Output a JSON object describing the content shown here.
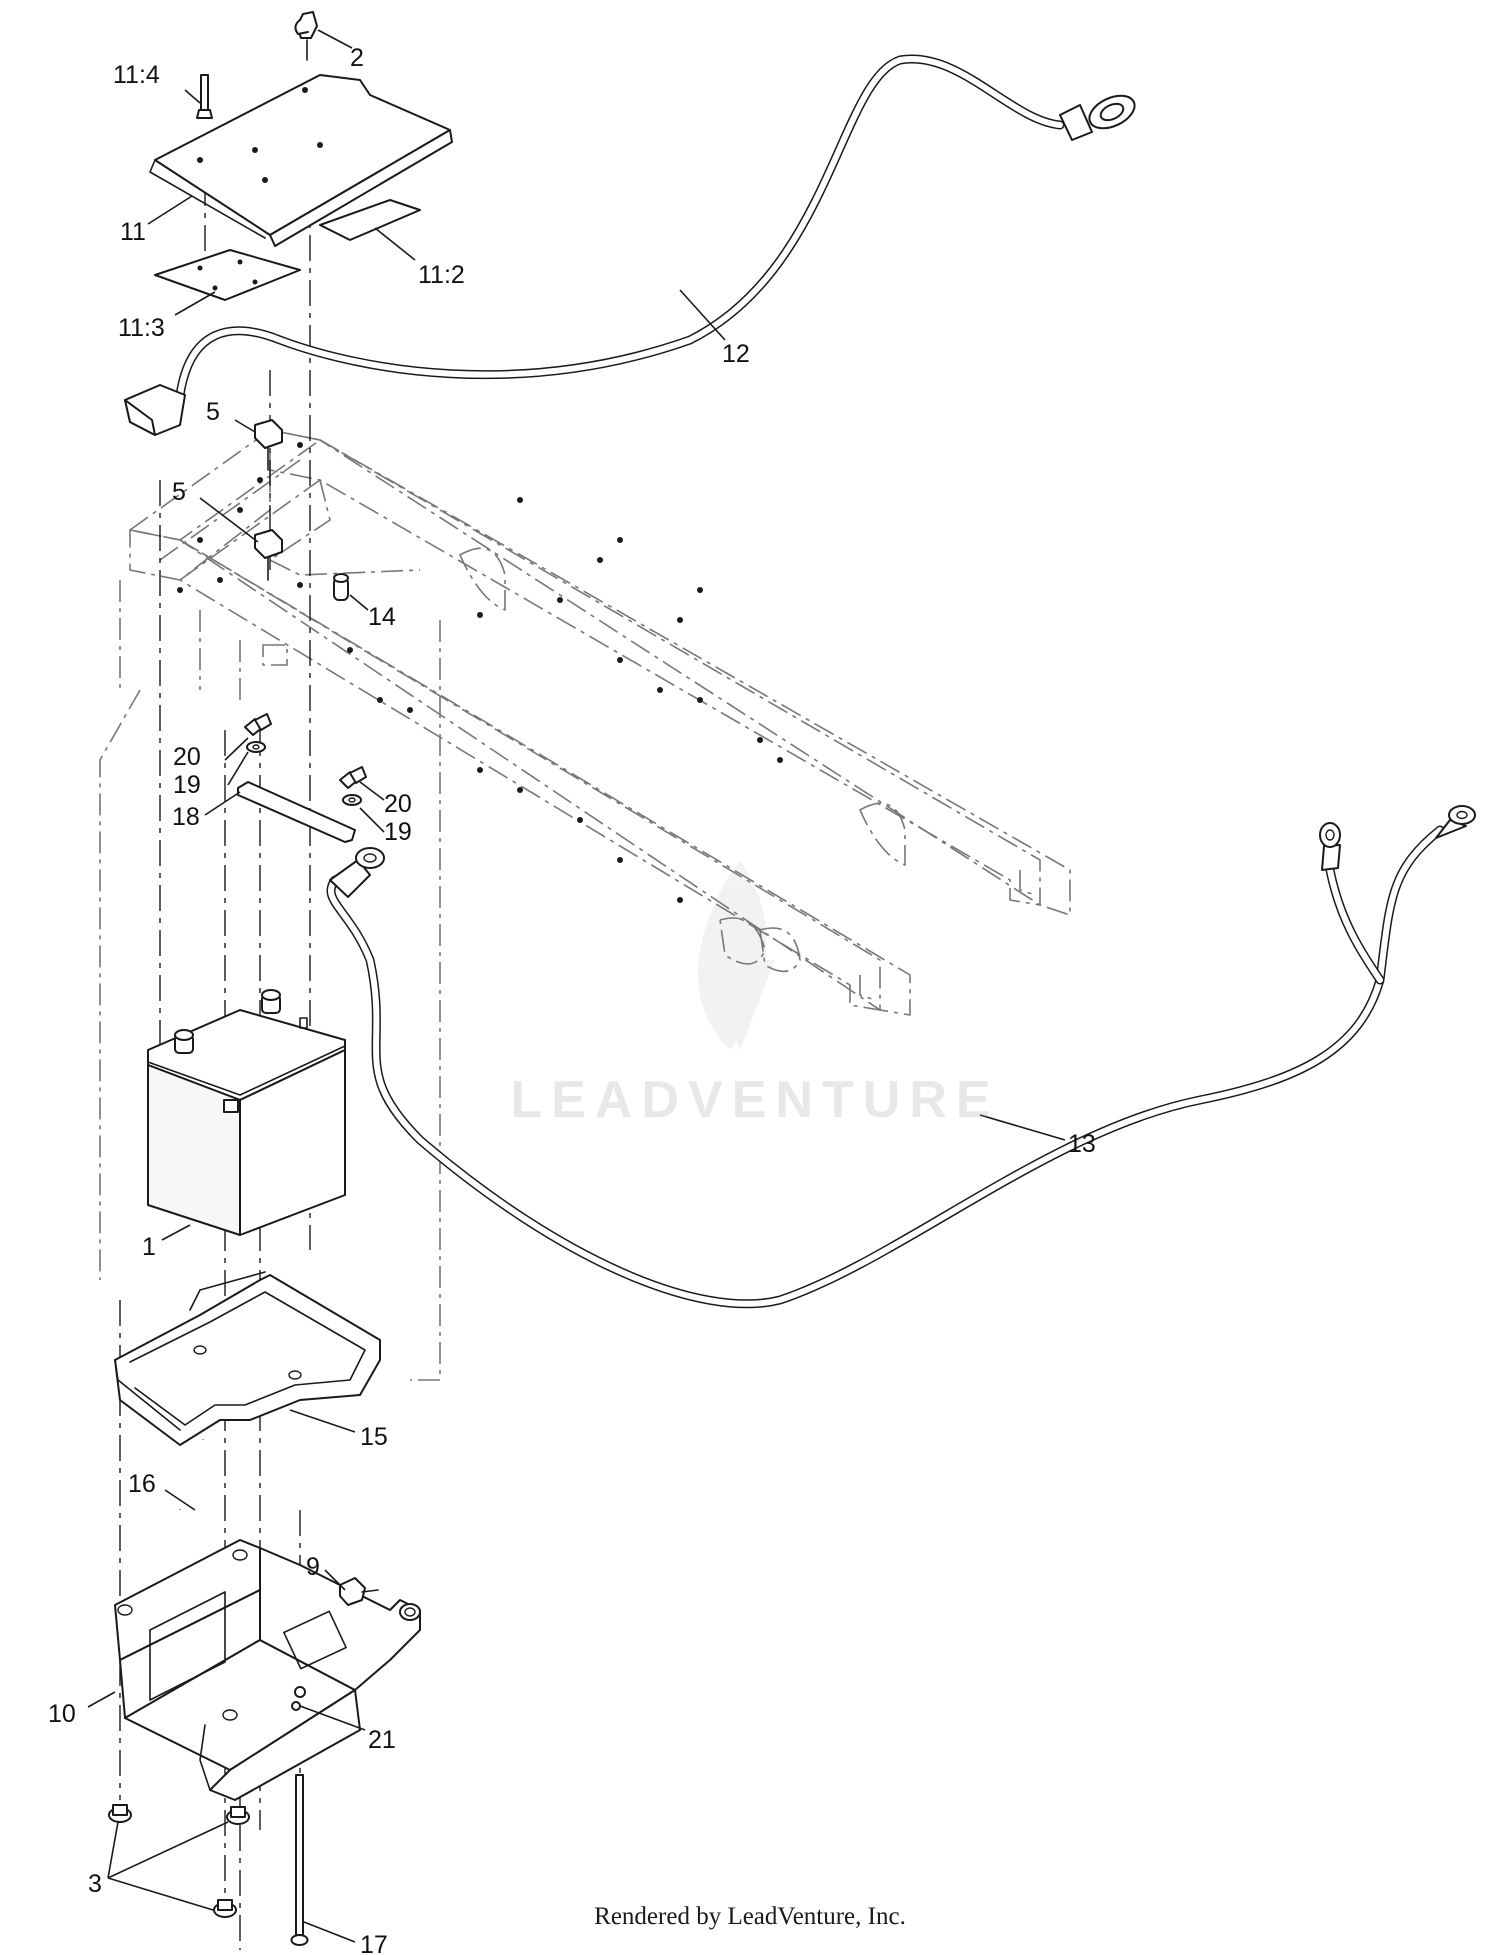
{
  "diagram": {
    "callouts": {
      "c1": "1",
      "c2": "2",
      "c3": "3",
      "c5a": "5",
      "c5b": "5",
      "c9": "9",
      "c10": "10",
      "c11": "11",
      "c11_2": "11:2",
      "c11_3": "11:3",
      "c11_4": "11:4",
      "c12": "12",
      "c13": "13",
      "c14": "14",
      "c15": "15",
      "c16": "16",
      "c17": "17",
      "c18": "18",
      "c19a": "19",
      "c19b": "19",
      "c20a": "20",
      "c20b": "20",
      "c21": "21"
    },
    "watermark": "LEADVENTURE",
    "credit": "Rendered by LeadVenture, Inc."
  }
}
